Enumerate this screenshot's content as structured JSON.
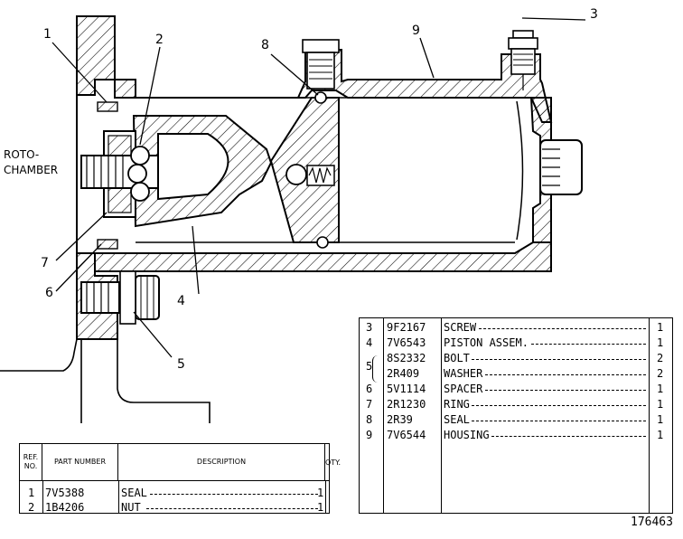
{
  "side_label": [
    "ROTO-",
    "CHAMBER"
  ],
  "callouts": [
    "1",
    "2",
    "3",
    "4",
    "5",
    "6",
    "7",
    "8",
    "9"
  ],
  "figure_number": "176463",
  "table1": {
    "headers": {
      "ref": "REF. NO.",
      "part": "PART NUMBER",
      "desc": "DESCRIPTION",
      "qty": "QTY."
    },
    "rows": [
      {
        "ref": "1",
        "part": "7V5388",
        "desc": "SEAL",
        "qty": "1"
      },
      {
        "ref": "2",
        "part": "1B4206",
        "desc": "NUT",
        "qty": "1"
      }
    ]
  },
  "table2": {
    "rows": [
      {
        "ref": "3",
        "part": "9F2167",
        "desc": "SCREW",
        "qty": "1"
      },
      {
        "ref": "4",
        "part": "7V6543",
        "desc": "PISTON ASSEM.",
        "qty": "1"
      },
      {
        "ref": "",
        "part": "8S2332",
        "desc": "BOLT",
        "qty": "2"
      },
      {
        "ref": "5",
        "part": "2R409",
        "desc": "WASHER",
        "qty": "2"
      },
      {
        "ref": "6",
        "part": "5V1114",
        "desc": "SPACER",
        "qty": "1"
      },
      {
        "ref": "7",
        "part": "2R1230",
        "desc": "RING",
        "qty": "1"
      },
      {
        "ref": "8",
        "part": "2R39",
        "desc": "SEAL",
        "qty": "1"
      },
      {
        "ref": "9",
        "part": "7V6544",
        "desc": "HOUSING",
        "qty": "1"
      }
    ]
  }
}
